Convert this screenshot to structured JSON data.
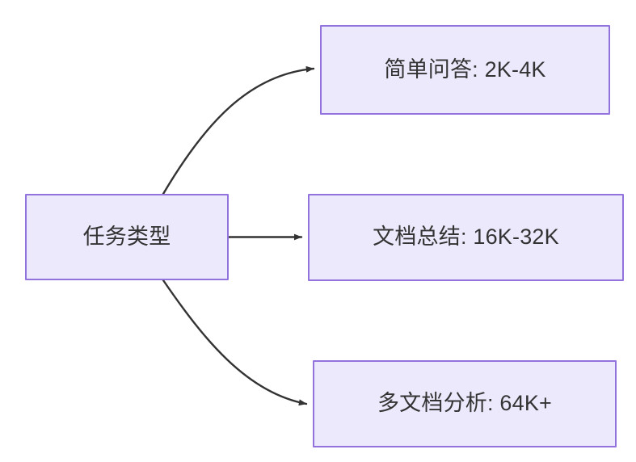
{
  "diagram": {
    "type": "flowchart",
    "direction": "left-to-right",
    "background_color": "#ffffff",
    "node_fill_color": "#ece9fc",
    "node_border_color": "#9273dd",
    "node_text_color": "#333333",
    "edge_color": "#333333",
    "nodes": [
      {
        "id": "root",
        "label": "任务类型"
      },
      {
        "id": "simple_qa",
        "label": "简单问答: 2K-4K"
      },
      {
        "id": "doc_sum",
        "label": "文档总结: 16K-32K"
      },
      {
        "id": "multi_doc",
        "label": "多文档分析: 64K+"
      }
    ],
    "edges": [
      {
        "from": "root",
        "to": "simple_qa",
        "style": "curved",
        "arrowhead": "filled-triangle",
        "label": ""
      },
      {
        "from": "root",
        "to": "doc_sum",
        "style": "straight",
        "arrowhead": "filled-triangle",
        "label": ""
      },
      {
        "from": "root",
        "to": "multi_doc",
        "style": "curved",
        "arrowhead": "filled-triangle",
        "label": ""
      }
    ]
  }
}
